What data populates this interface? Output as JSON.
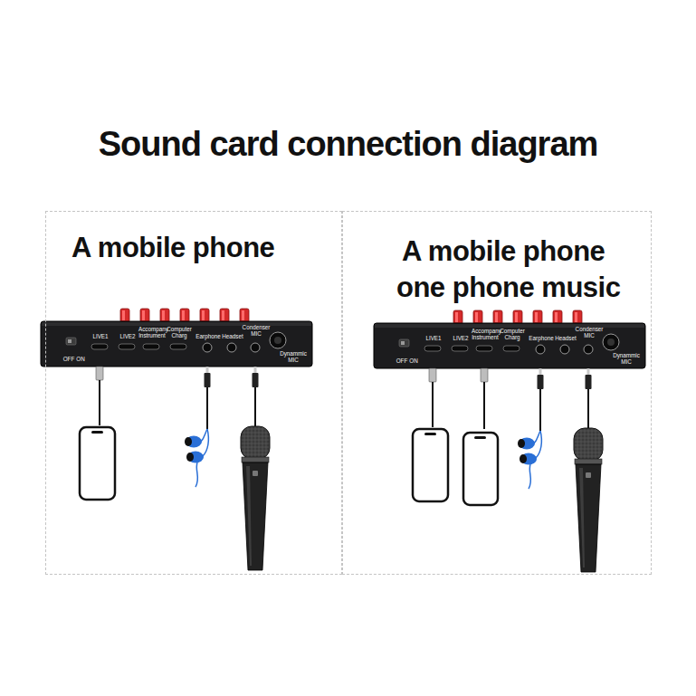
{
  "diagram": {
    "title": "Sound card connection diagram",
    "nodes": [
      {
        "text": [
          "A mobile phone"
        ]
      },
      {
        "text": [
          "OFF",
          "ON",
          "LIVE1",
          "LIVE2",
          "Accompany Instrument",
          "Computer Charg",
          "Earphone",
          "Headset",
          "Condenser MIC",
          "Dynammic MIC"
        ],
        "in": 0
      },
      {
        "text": [
          "A mobile phone",
          "one phone music"
        ]
      },
      {
        "text": [
          "OFF",
          "ON",
          "LIVE1",
          "LIVE2",
          "Accompany Instrument",
          "Computer Charg",
          "Earphone",
          "Headset",
          "Condenser MIC",
          "Dynammic MIC"
        ],
        "in": 2
      }
    ]
  }
}
